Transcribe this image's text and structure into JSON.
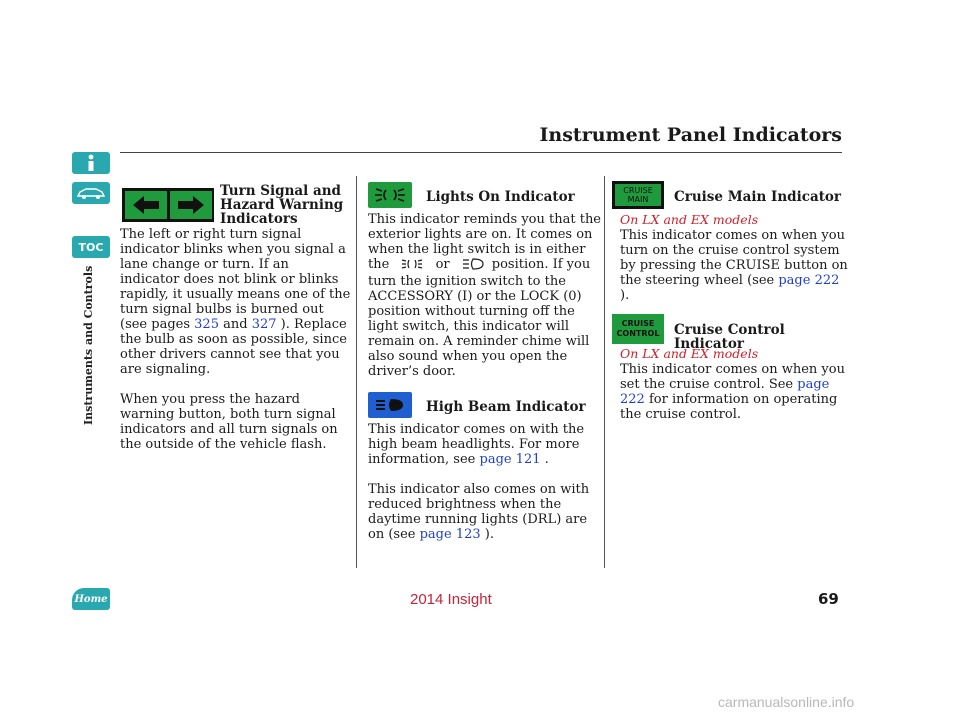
{
  "page": {
    "title": "Instrument Panel Indicators",
    "side_label": "Instruments and Controls",
    "page_number": "69",
    "footer_model": "2014 Insight",
    "watermark": "carmanualsonline.info"
  },
  "nav": {
    "toc_label": "TOC",
    "home_label": "Home"
  },
  "turn_signal": {
    "heading": "Turn Signal and Hazard Warning Indicators",
    "p1_a": "The left or right turn signal indicator blinks when you signal a lane change or turn. If an indicator does not blink or blinks rapidly, it usually means one of the turn signal bulbs is burned out (see pages ",
    "link1": "325",
    "p1_b": " and ",
    "link2": "327",
    "p1_c": " ). Replace the bulb as soon as possible, since other drivers cannot see that you are signaling.",
    "p2": "When you press the hazard warning button, both turn signal indicators and all turn signals on the outside of the vehicle flash."
  },
  "lights_on": {
    "heading": "Lights On Indicator",
    "p1_a": "This indicator reminds you that the exterior lights are on. It comes on when the light switch is in either the",
    "p1_or": "or",
    "p1_b": "position. If you turn the ignition switch to the ACCESSORY (I) or the LOCK (0) position without turning off the light switch, this indicator will remain on. A reminder chime will also sound when you open the driver’s door."
  },
  "high_beam": {
    "heading": "High Beam Indicator",
    "p1_a": "This indicator comes on with the high beam headlights. For more information, see ",
    "link1": "page 121",
    "p1_b": " .",
    "p2_a": "This indicator also comes on with reduced brightness when the daytime running lights (DRL) are on (see ",
    "link2": "page 123",
    "p2_b": " )."
  },
  "cruise_main": {
    "heading": "Cruise Main Indicator",
    "icon_line1": "CRUISE",
    "icon_line2": "MAIN",
    "note": "On LX and EX models",
    "p1_a": "This indicator comes on when you turn on the cruise control system by pressing the CRUISE button on the steering wheel (see ",
    "link1": "page 222",
    "p1_b": " )."
  },
  "cruise_control": {
    "heading": "Cruise Control Indicator",
    "icon_line1": "CRUISE",
    "icon_line2": "CONTROL",
    "note": "On LX and EX models",
    "p1_a": "This indicator comes on when you set the cruise control. See ",
    "link1": "page 222",
    "p1_b": " for information on operating the cruise control."
  },
  "colors": {
    "nav_teal": "#2aa8b0",
    "link_blue": "#1f3fd0",
    "note_red": "#d0202a",
    "indicator_green": "#1f9a3c",
    "indicator_blue": "#1f5fd0"
  }
}
